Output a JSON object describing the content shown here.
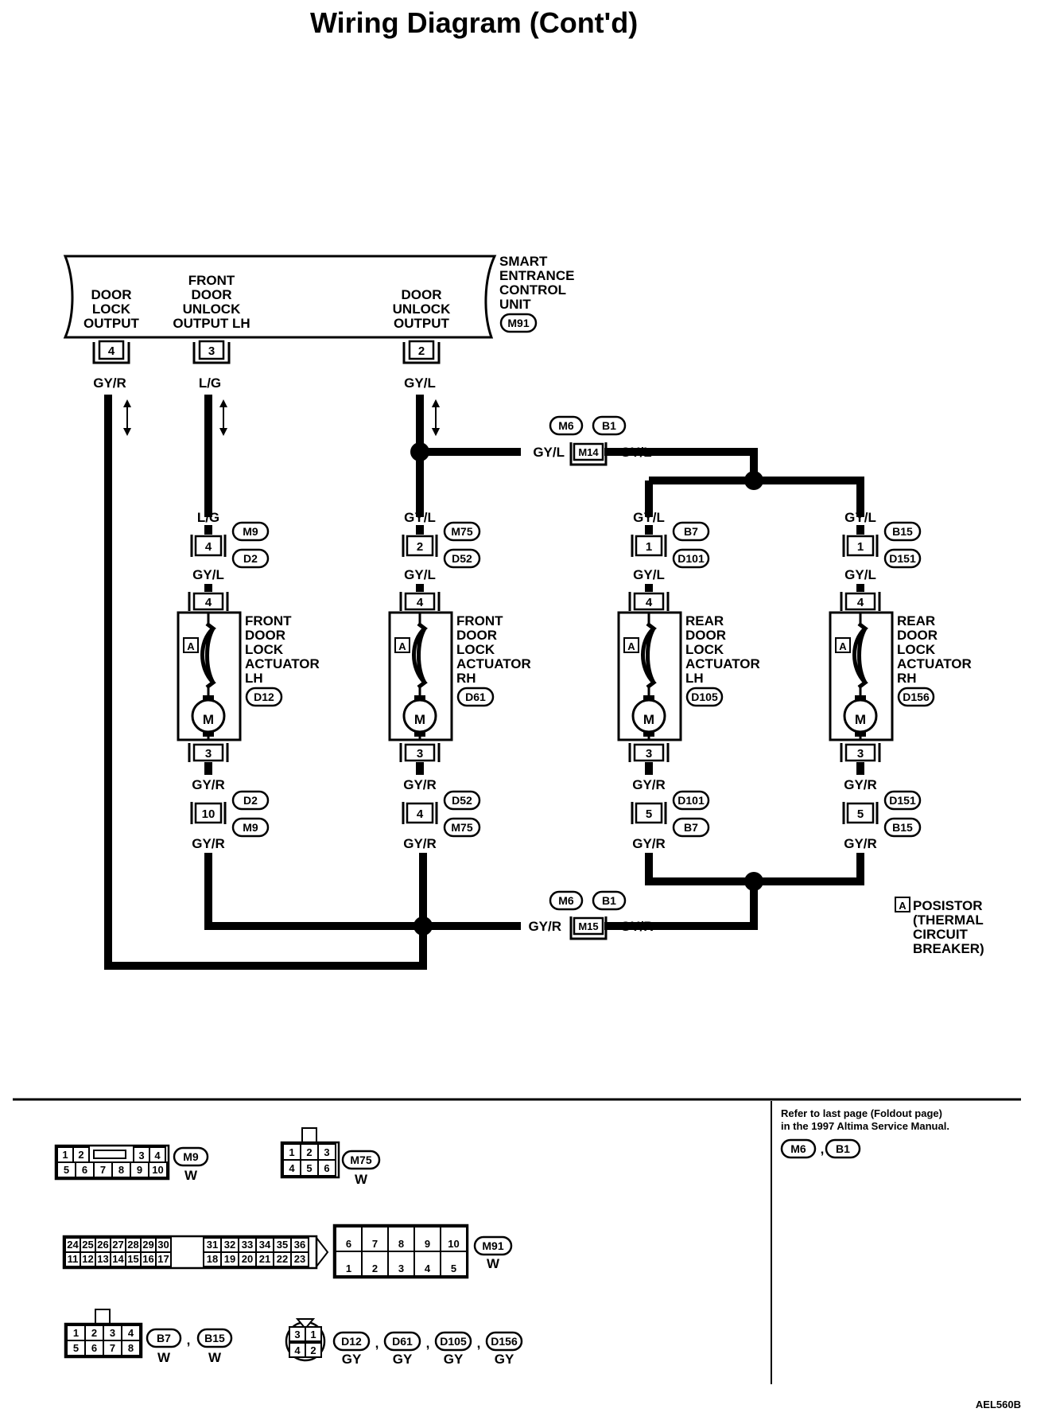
{
  "title": "Wiring Diagram (Cont'd)",
  "unit": {
    "name_lines": [
      "SMART",
      "ENTRANCE",
      "CONTROL",
      "UNIT"
    ],
    "connector": "M91",
    "outputs": [
      {
        "lines": [
          "DOOR",
          "LOCK",
          "OUTPUT"
        ],
        "pin": "4",
        "wire": "GY/R"
      },
      {
        "lines": [
          "FRONT",
          "DOOR",
          "UNLOCK",
          "OUTPUT LH"
        ],
        "pin": "3",
        "wire": "L/G"
      },
      {
        "lines": [
          "DOOR",
          "UNLOCK",
          "OUTPUT"
        ],
        "pin": "2",
        "wire": "GY/L"
      }
    ]
  },
  "junctions": {
    "upper": {
      "connector": "M14",
      "refs": [
        "M6",
        "B1"
      ],
      "wire_left": "GY/L",
      "wire_right": "GY/L"
    },
    "lower": {
      "connector": "M15",
      "refs": [
        "M6",
        "B1"
      ],
      "wire_left": "GY/R",
      "wire_right": "GY/R"
    }
  },
  "actuators": [
    {
      "name_lines": [
        "FRONT",
        "DOOR",
        "LOCK",
        "ACTUATOR",
        "LH"
      ],
      "connector": "D12",
      "top_wire": "L/G",
      "top_pin": "4",
      "top_refs": [
        "M9",
        "D2"
      ],
      "wire_between_top": "GY/L",
      "act_top_pin": "4",
      "act_bottom_pin": "3",
      "wire_below": "GY/R",
      "bottom_pin": "10",
      "bottom_refs": [
        "D2",
        "M9"
      ],
      "bottom_wire": "GY/R"
    },
    {
      "name_lines": [
        "FRONT",
        "DOOR",
        "LOCK",
        "ACTUATOR",
        "RH"
      ],
      "connector": "D61",
      "top_wire": "GY/L",
      "top_pin": "2",
      "top_refs": [
        "M75",
        "D52"
      ],
      "wire_between_top": "GY/L",
      "act_top_pin": "4",
      "act_bottom_pin": "3",
      "wire_below": "GY/R",
      "bottom_pin": "4",
      "bottom_refs": [
        "D52",
        "M75"
      ],
      "bottom_wire": "GY/R"
    },
    {
      "name_lines": [
        "REAR",
        "DOOR",
        "LOCK",
        "ACTUATOR",
        "LH"
      ],
      "connector": "D105",
      "top_wire": "GY/L",
      "top_pin": "1",
      "top_refs": [
        "B7",
        "D101"
      ],
      "wire_between_top": "GY/L",
      "act_top_pin": "4",
      "act_bottom_pin": "3",
      "wire_below": "GY/R",
      "bottom_pin": "5",
      "bottom_refs": [
        "D101",
        "B7"
      ],
      "bottom_wire": "GY/R"
    },
    {
      "name_lines": [
        "REAR",
        "DOOR",
        "LOCK",
        "ACTUATOR",
        "RH"
      ],
      "connector": "D156",
      "top_wire": "GY/L",
      "top_pin": "1",
      "top_refs": [
        "B15",
        "D151"
      ],
      "wire_between_top": "GY/L",
      "act_top_pin": "4",
      "act_bottom_pin": "3",
      "wire_below": "GY/R",
      "bottom_pin": "5",
      "bottom_refs": [
        "D151",
        "B15"
      ],
      "bottom_wire": "GY/R"
    }
  ],
  "symbols": {
    "positor_tag": "A",
    "motor": "M"
  },
  "legend": {
    "tag": "A",
    "lines": [
      "POSISTOR",
      "(THERMAL",
      "CIRCUIT",
      "BREAKER)"
    ]
  },
  "connectors": {
    "m9": {
      "row1": [
        "1",
        "2",
        "",
        "3",
        "4"
      ],
      "row2": [
        "5",
        "6",
        "7",
        "8",
        "9",
        "10"
      ],
      "id": "M9",
      "color": "W"
    },
    "m75": {
      "row1": [
        "1",
        "2",
        "3"
      ],
      "row2": [
        "4",
        "5",
        "6"
      ],
      "id": "M75",
      "color": "W"
    },
    "m91": {
      "left_top": [
        "24",
        "25",
        "26",
        "27",
        "28",
        "29",
        "30"
      ],
      "left_bottom": [
        "11",
        "12",
        "13",
        "14",
        "15",
        "16",
        "17"
      ],
      "mid_top": [
        "31",
        "32",
        "33",
        "34",
        "35",
        "36"
      ],
      "mid_bottom": [
        "18",
        "19",
        "20",
        "21",
        "22",
        "23"
      ],
      "right_top": [
        "6",
        "7",
        "8",
        "9",
        "10"
      ],
      "right_bottom": [
        "1",
        "2",
        "3",
        "4",
        "5"
      ],
      "id": "M91",
      "color": "W"
    },
    "b7": {
      "row1": [
        "1",
        "2",
        "3",
        "4"
      ],
      "row2": [
        "5",
        "6",
        "7",
        "8"
      ],
      "ids": [
        "B7",
        "B15"
      ],
      "colors": [
        "W",
        "W"
      ]
    },
    "d12": {
      "pins": [
        "3",
        "1",
        "4",
        "2"
      ],
      "ids": [
        "D12",
        "D61",
        "D105",
        "D156"
      ],
      "colors": [
        "GY",
        "GY",
        "GY",
        "GY"
      ]
    }
  },
  "reference_note": {
    "lines": [
      "Refer to last page (Foldout page)",
      "in the 1997 Altima Service Manual."
    ],
    "refs": [
      "M6",
      "B1"
    ]
  },
  "figure_code": "AEL560B"
}
